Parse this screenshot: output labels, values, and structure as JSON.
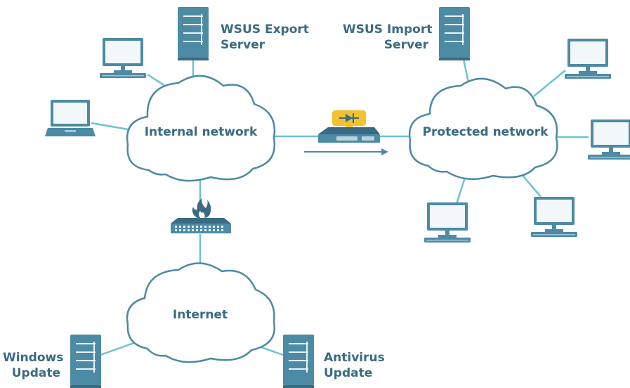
{
  "labels": {
    "export_server": [
      "WSUS Export",
      "Server"
    ],
    "import_server": [
      "WSUS Import",
      "Server"
    ],
    "internal_network": "Internal network",
    "protected_network": "Protected network",
    "internet": "Internet",
    "windows_update": [
      "Windows",
      "Update"
    ],
    "antivirus_update": [
      "Antivirus",
      "Update"
    ]
  },
  "colors": {
    "line": "#6cc1d6",
    "device": "#4d8aa4",
    "device_dark": "#3a6b82",
    "screen": "#f2f8fa",
    "cloud_stroke": "#4d8aa4",
    "text": "#3a6b82",
    "diode_badge": "#f2c230",
    "fire": "#3a6b82"
  },
  "icons": [
    "server-icon",
    "desktop-icon",
    "laptop-icon",
    "cloud-icon",
    "firewall-icon",
    "data-diode-icon",
    "arrow-right-icon"
  ]
}
